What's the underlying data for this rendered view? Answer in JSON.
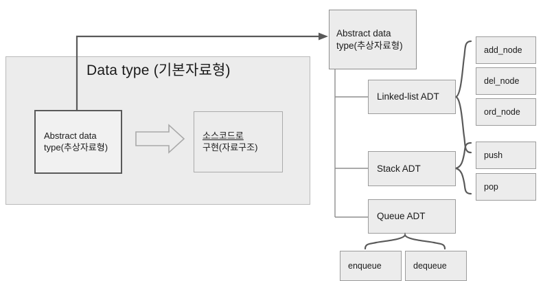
{
  "diagram": {
    "title_panel": {
      "label": "Data type (기본자료형)"
    },
    "left_panel": {
      "abstract_box_label": "Abstract data\ntype(추상자료형)",
      "implementation_box_line1": "소스코드로",
      "implementation_box_line2": "구현(자료구조)",
      "transform_arrow_name": "block-arrow-right"
    },
    "right_tree": {
      "root_label": "Abstract data\ntype(추상자료형)",
      "branches": [
        {
          "label": "Linked-list ADT",
          "operations": [
            "add_node",
            "del_node",
            "ord_node"
          ]
        },
        {
          "label": "Stack ADT",
          "operations": [
            "push",
            "pop"
          ]
        },
        {
          "label": "Queue ADT",
          "operations": [
            "enqueue",
            "dequeue"
          ]
        }
      ]
    }
  },
  "colors": {
    "box_fill": "#ececec",
    "box_stroke": "#9b9b9b",
    "emphasis_stroke": "#595959",
    "connector": "#595959",
    "text": "#1a1a1a",
    "background": "#ffffff"
  }
}
